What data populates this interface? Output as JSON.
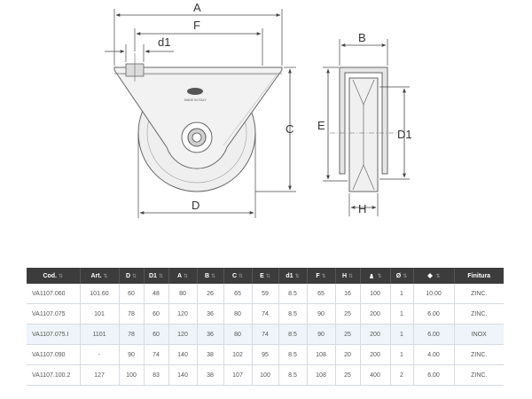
{
  "drawing": {
    "labels": {
      "a": "A",
      "f": "F",
      "d1_small": "d1",
      "c": "C",
      "d": "D",
      "b": "B",
      "e": "E",
      "d1_large": "D1",
      "h": "H"
    },
    "stamp_text": "MADE IN ITALY",
    "colors": {
      "body_fill": "#efefef",
      "stroke": "#666666",
      "dim_line": "#444444"
    }
  },
  "table": {
    "headers": [
      "Cod.",
      "Art.",
      "D",
      "D1",
      "A",
      "B",
      "C",
      "E",
      "d1",
      "F",
      "H",
      "",
      "Ø",
      "",
      "Finitura"
    ],
    "header_icons": {
      "11": "weight-icon",
      "13": "load-icon"
    },
    "sortable": [
      true,
      true,
      true,
      true,
      true,
      true,
      true,
      true,
      true,
      true,
      true,
      true,
      true,
      true,
      false
    ],
    "sort_glyph": "⇅",
    "rows": [
      [
        "VA1107.060",
        "101.60",
        "60",
        "48",
        "80",
        "26",
        "65",
        "59",
        "8.5",
        "65",
        "16",
        "100",
        "1",
        "10.00",
        "ZINC."
      ],
      [
        "VA1107.075",
        "101",
        "78",
        "60",
        "120",
        "36",
        "80",
        "74",
        "8.5",
        "90",
        "25",
        "200",
        "1",
        "6.00",
        "ZINC."
      ],
      [
        "VA1107.075.I",
        "1101",
        "78",
        "60",
        "120",
        "36",
        "80",
        "74",
        "8.5",
        "90",
        "25",
        "200",
        "1",
        "6.00",
        "INOX"
      ],
      [
        "VA1107.090",
        "-",
        "90",
        "74",
        "140",
        "38",
        "102",
        "95",
        "8.5",
        "108",
        "20",
        "200",
        "1",
        "4.00",
        "ZINC."
      ],
      [
        "VA1107.100.2",
        "127",
        "100",
        "83",
        "140",
        "38",
        "107",
        "100",
        "8.5",
        "108",
        "25",
        "400",
        "2",
        "6.00",
        "ZINC."
      ]
    ]
  }
}
